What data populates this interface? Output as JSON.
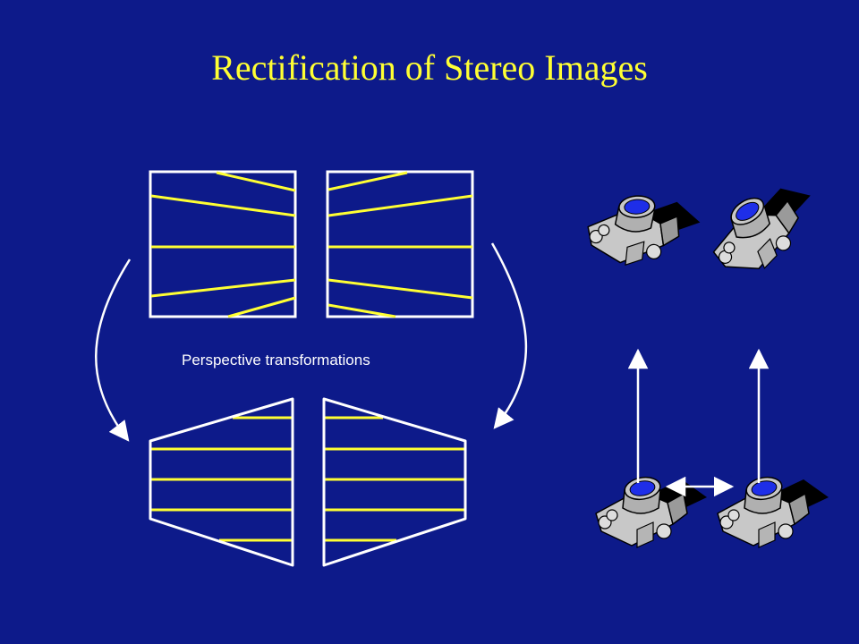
{
  "slide": {
    "title": "Rectification of Stereo Images",
    "caption": "Perspective transformations"
  },
  "colors": {
    "background": "#0d1a8a",
    "title": "#ffff33",
    "epipolar_lines": "#ffff33",
    "frames_and_arrows": "#ffffff",
    "camera_body": "#c8c8c8",
    "camera_lens_glass": "#1e2ee8"
  },
  "icons": [
    "camera-icon",
    "curved-arrow",
    "straight-arrow",
    "double-headed-arrow"
  ]
}
